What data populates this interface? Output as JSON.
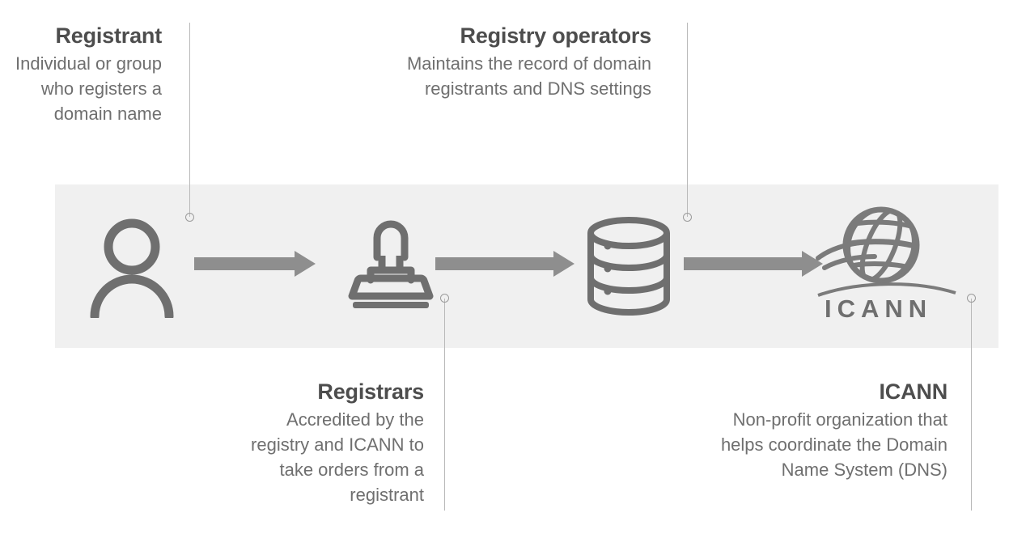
{
  "colors": {
    "band_background": "#f0f0f0",
    "page_background": "#ffffff",
    "heading_text": "#4d4d4d",
    "body_text": "#6f6f6f",
    "icon_gray": "#6f6f6f",
    "arrow_gray": "#8e8e8e",
    "connector_line": "#b9b9b9"
  },
  "labels": {
    "registrant": {
      "title": "Registrant",
      "description": "Individual or group who registers a domain name"
    },
    "registry_operators": {
      "title": "Registry operators",
      "description": "Maintains the record of domain registrants and DNS settings"
    },
    "registrars": {
      "title": "Registrars",
      "description": "Accredited by the registry and ICANN to take orders from a registrant"
    },
    "icann": {
      "title": "ICANN",
      "description": "Non-profit organization that helps coordinate the Domain Name System (DNS)"
    }
  },
  "icons": [
    {
      "name": "person-icon",
      "represents": "Registrant"
    },
    {
      "name": "stamp-icon",
      "represents": "Registrars"
    },
    {
      "name": "database-icon",
      "represents": "Registry operators"
    },
    {
      "name": "icann-globe-logo",
      "represents": "ICANN"
    }
  ],
  "arrows": [
    {
      "name": "arrow-registrant-to-registrar"
    },
    {
      "name": "arrow-registrar-to-registry"
    },
    {
      "name": "arrow-registry-to-icann"
    }
  ],
  "icann_logo": {
    "wordmark": "ICANN"
  }
}
